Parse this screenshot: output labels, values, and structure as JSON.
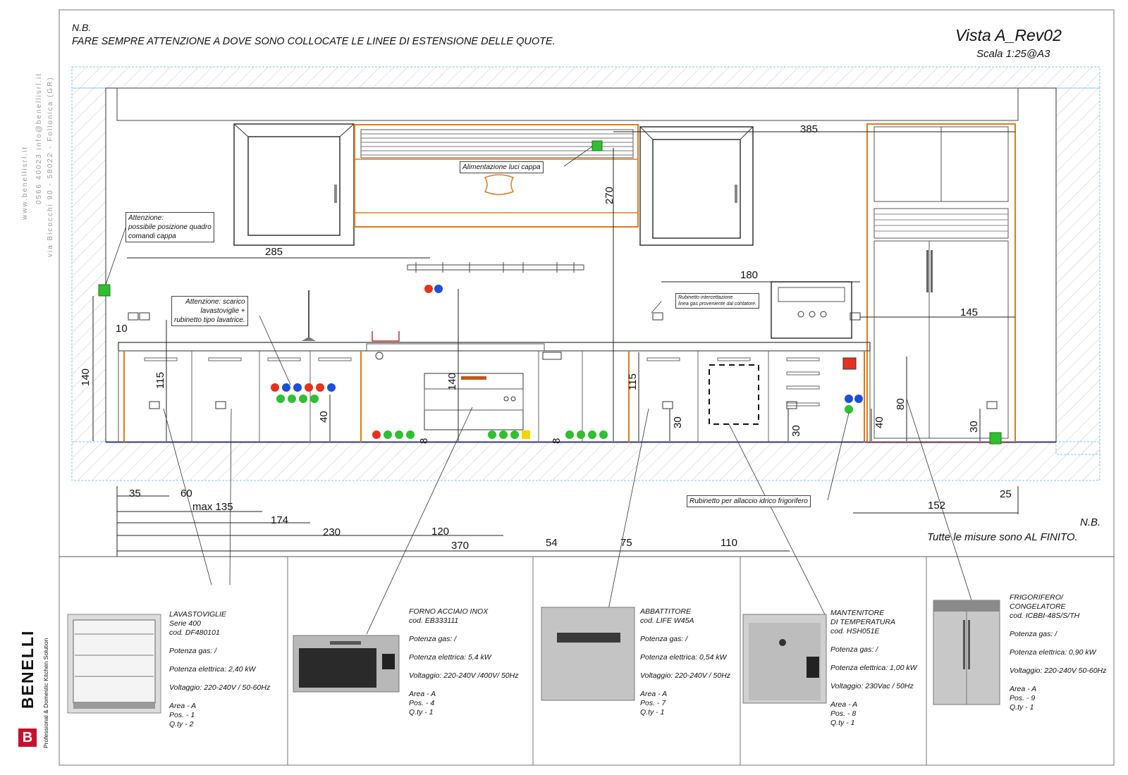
{
  "header": {
    "nb_label": "N.B.",
    "nb_text": "FARE SEMPRE ATTENZIONE A DOVE SONO COLLOCATE LE LINEE DI ESTENSIONE DELLE QUOTE.",
    "view_title": "Vista A_Rev02",
    "scale": "Scala 1:25@A3"
  },
  "sidebar": {
    "website": "www.benellisrl.it",
    "phone_email": "0566 40023   info@benellisrl.it",
    "address": "via Bicocchi 90 - 58022 - Follonica (GR)",
    "brand": "BENELLI",
    "tagline": "Professional & Domestic Kitchen Solution"
  },
  "callouts": {
    "attenzione_quadro": [
      "Attenzione:",
      "possibile posizione quadro",
      "comandi cappa"
    ],
    "alimentazione_luci": "Alimentazione luci cappa",
    "attenzione_scarico": [
      "Attenzione: scarico",
      "lavastoviglie +",
      "rubinetto tipo lavatrice."
    ],
    "rubinetto_gas": [
      "Rubinetto intercettazione",
      "linea gas proveniente dal contatore."
    ],
    "rubinetto_frigo": "Rubinetto per allaccio idrico frigorifero"
  },
  "dimensions": {
    "d385": "385",
    "d270": "270",
    "d285": "285",
    "d180": "180",
    "d145": "145",
    "d140a": "140",
    "d10": "10",
    "d115a": "115",
    "d40a": "40",
    "d140b": "140",
    "d8a": "8",
    "d8b": "8",
    "d115b": "115",
    "d30a": "30",
    "d30b": "30",
    "d40b": "40",
    "d80": "80",
    "d30c": "30",
    "d35": "35",
    "d60": "60",
    "dmax135": "max 135",
    "d174": "174",
    "d230": "230",
    "d120": "120",
    "d370": "370",
    "d54": "54",
    "d75": "75",
    "d110": "110",
    "d152": "152",
    "d25": "25"
  },
  "footer_note": {
    "nb_label": "N.B.",
    "text": "Tutte le misure sono AL FINITO."
  },
  "products": [
    {
      "name": [
        "LAVASTOVIGLIE",
        "Serie 400",
        "cod. DF480101"
      ],
      "gas": "Potenza gas:  /",
      "power": "Potenza elettrica: 2,40 kW",
      "voltage": "Voltaggio:  220-240V / 50-60Hz",
      "area": "Area - A",
      "pos": "Pos. - 1",
      "qty": "Q.ty - 2"
    },
    {
      "name": [
        "FORNO ACCIAIO INOX",
        "cod. EB333111"
      ],
      "gas": "Potenza gas:  /",
      "power": "Potenza elettrica: 5,4 kW",
      "voltage": "Voltaggio:  220-240V /400V/ 50Hz",
      "area": "Area - A",
      "pos": "Pos. - 4",
      "qty": "Q.ty - 1"
    },
    {
      "name": [
        "ABBATTITORE",
        "cod. LIFE W45A"
      ],
      "gas": "Potenza gas:  /",
      "power": "Potenza elettrica: 0,54 kW",
      "voltage": "Voltaggio:  220-240V / 50Hz",
      "area": "Area - A",
      "pos": "Pos. - 7",
      "qty": "Q.ty - 1"
    },
    {
      "name": [
        "MANTENITORE",
        "DI TEMPERATURA",
        "cod. HSH051E"
      ],
      "gas": "Potenza gas:  /",
      "power": "Potenza elettrica: 1,00 kW",
      "voltage": "Voltaggio:  230Vac / 50Hz",
      "area": "Area - A",
      "pos": "Pos. - 8",
      "qty": "Q.ty - 1"
    },
    {
      "name": [
        "FRIGORIFERO/",
        "CONGELATORE",
        "cod. ICBBI-48S/S/TH"
      ],
      "gas": "Potenza gas:  /",
      "power": "Potenza elettrica: 0,90 kW",
      "voltage": "Voltaggio:  220-240V 50-60Hz",
      "area": "Area - A",
      "pos": "Pos. - 9",
      "qty": "Q.ty - 1"
    }
  ],
  "colors": {
    "cabinet": "#e07a1a",
    "gas": "#e8311d",
    "water": "#1d4fd8",
    "electric": "#2fbf2f",
    "hatch": "#cfe7ef"
  }
}
